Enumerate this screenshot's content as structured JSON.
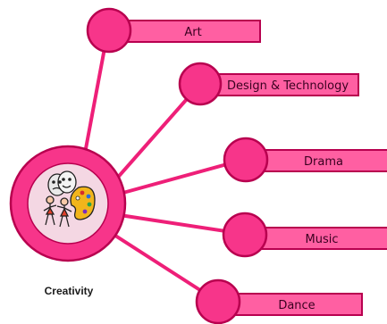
{
  "hub": {
    "label": "Creativity",
    "icon": "drama-masks-dancers-palette-icon"
  },
  "branches": [
    {
      "label": "Art"
    },
    {
      "label": "Design & Technology"
    },
    {
      "label": "Drama"
    },
    {
      "label": "Music"
    },
    {
      "label": "Dance"
    }
  ],
  "colors": {
    "fill": "#f7358a",
    "bar_fill": "#ff5fa2",
    "stroke": "#b8004f",
    "line": "#ee1f78"
  }
}
